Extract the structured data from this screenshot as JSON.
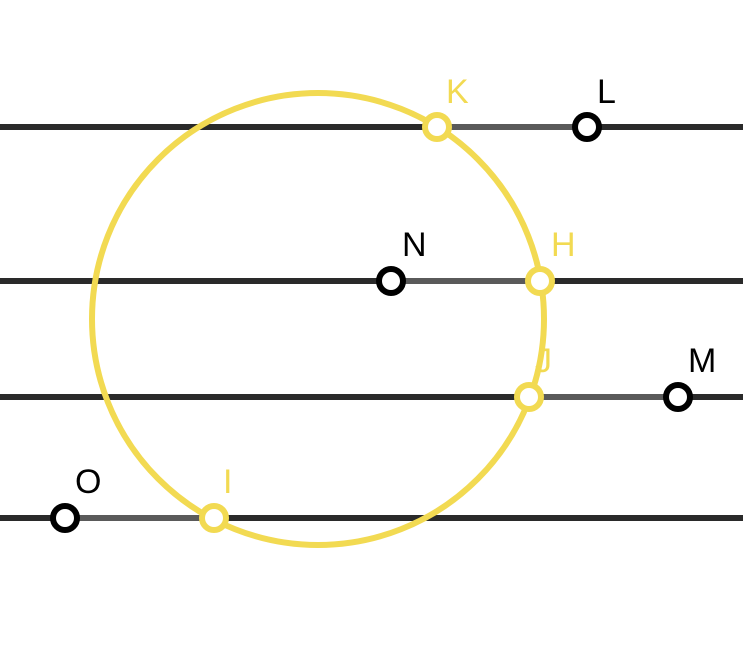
{
  "diagram": {
    "colors": {
      "line": "#2a2a2a",
      "segment": "#5a5a5a",
      "circle": "#f2da52",
      "point_black": "#000000",
      "point_yellow": "#f2da52",
      "label_black": "#000000",
      "label_yellow": "#f2da52"
    },
    "points": {
      "K": "K",
      "L": "L",
      "N": "N",
      "H": "H",
      "J": "J",
      "M": "M",
      "O": "O",
      "I": "I"
    }
  }
}
